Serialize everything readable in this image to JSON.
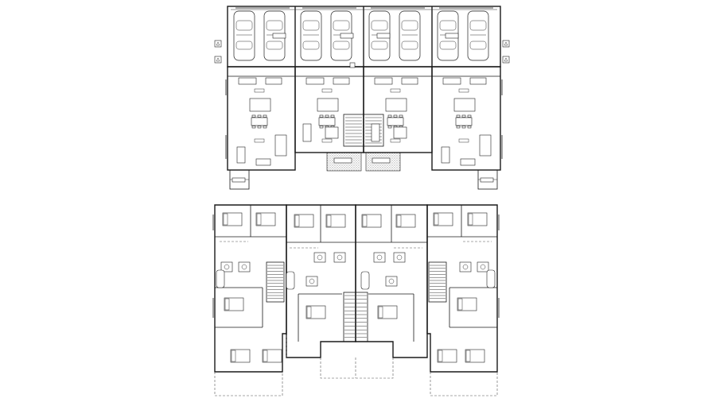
{
  "drawing": {
    "units": 4,
    "upper_plan": {
      "garages": 4,
      "cars_per_garage": 2
    },
    "lower_plan": {
      "bedrooms_per_unit": 4
    },
    "north_markers": 5
  },
  "colors": {
    "line": "#1a1a1a",
    "background": "#ffffff"
  }
}
